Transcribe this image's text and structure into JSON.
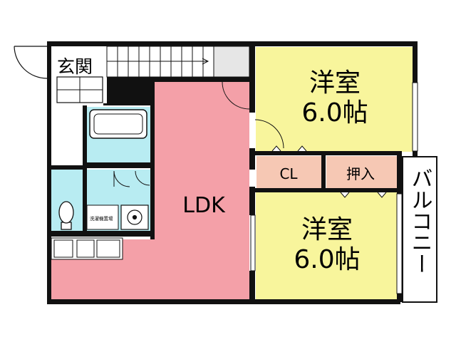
{
  "rooms": {
    "entrance": "玄関",
    "ldk": "LDK",
    "western1_name": "洋室",
    "western1_size": "6.0帖",
    "western2_name": "洋室",
    "western2_size": "6.0帖",
    "closet": "CL",
    "oshiire": "押入",
    "balcony": "バルコニー",
    "washer_area": "洗濯機置場"
  },
  "colors": {
    "ldk": "#f4a0a8",
    "western": "#f8f59c",
    "wet": "#b8ecf2",
    "storage": "#f6c8b4",
    "wall": "#111111",
    "background": "#ffffff"
  },
  "icons": [
    "stairs-icon",
    "bathtub-icon",
    "toilet-icon",
    "washbasin-icon",
    "door-swing-icon",
    "window-icon",
    "kitchen-counter-icon"
  ]
}
